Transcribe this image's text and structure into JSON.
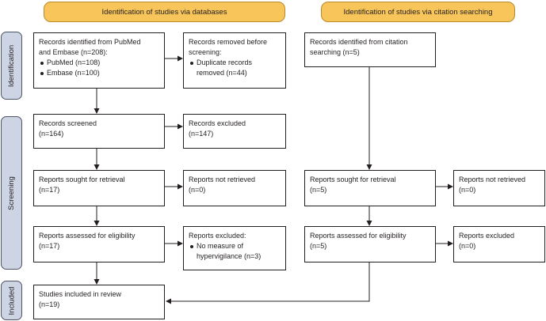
{
  "headers": {
    "databases": "Identification of studies via databases",
    "citation": "Identification of studies via citation searching"
  },
  "phases": {
    "identification": "Identification",
    "screening": "Screening",
    "included": "Included"
  },
  "boxes": {
    "db_identified": {
      "line1": "Records identified from PubMed",
      "line2": "and Embase (n=208):",
      "bullet1": "PubMed (n=108)",
      "bullet2": "Embase (n=100)"
    },
    "db_removed": {
      "line1": "Records removed before",
      "line2": "screening:",
      "bullet1": "Duplicate records",
      "bullet1_cont": "removed (n=44)"
    },
    "cit_identified": {
      "line1": "Records identified from citation",
      "line2": "searching (n=5)"
    },
    "screened": {
      "line1": "Records screened",
      "line2": "(n=164)"
    },
    "excluded": {
      "line1": "Records excluded",
      "line2": "(n=147)"
    },
    "db_sought": {
      "line1": "Reports sought for retrieval",
      "line2": "(n=17)"
    },
    "db_not_retrieved": {
      "line1": "Reports not retrieved",
      "line2": "(n=0)"
    },
    "cit_sought": {
      "line1": "Reports sought for retrieval",
      "line2": "(n=5)"
    },
    "cit_not_retrieved": {
      "line1": "Reports not retrieved",
      "line2": "(n=0)"
    },
    "db_assessed": {
      "line1": "Reports assessed for eligibility",
      "line2": "(n=17)"
    },
    "db_reports_excluded": {
      "line1": "Reports excluded:",
      "bullet1": "No measure of",
      "bullet1_cont": "hypervigilance (n=3)"
    },
    "cit_assessed": {
      "line1": "Reports assessed for eligibility",
      "line2": "(n=5)"
    },
    "cit_reports_excluded": {
      "line1": "Reports excluded",
      "line2": "(n=0)"
    },
    "included": {
      "line1": "Studies included in review",
      "line2": "(n=19)"
    }
  }
}
